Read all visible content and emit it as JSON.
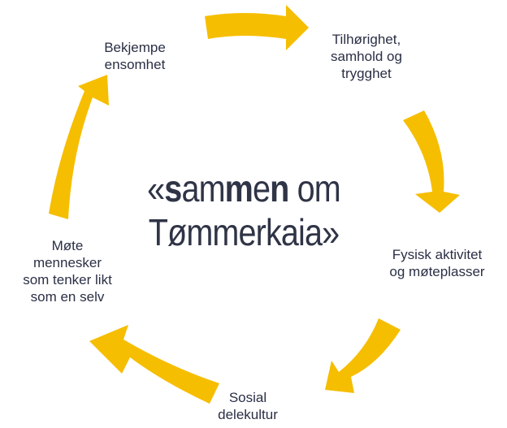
{
  "arrow_color": "#f6be00",
  "text_color": "#2a2f45",
  "center": {
    "prefix": "«",
    "sammen_s": "s",
    "sammen_am": "am",
    "sammen_m": "m",
    "sammen_e": "e",
    "sammen_n": "n",
    "om": " om",
    "line2": "Tømmerkaia»"
  },
  "nodes": [
    {
      "lines": [
        "Tilhørighet,",
        "samhold og",
        "trygghet"
      ]
    },
    {
      "lines": [
        "Fysisk aktivitet",
        "og møteplasser"
      ]
    },
    {
      "lines": [
        "Sosial",
        "delekultur"
      ]
    },
    {
      "lines": [
        "Møte",
        "mennesker",
        "som tenker likt",
        "som en selv"
      ]
    },
    {
      "lines": [
        "Bekjempe",
        "ensomhet"
      ]
    }
  ]
}
